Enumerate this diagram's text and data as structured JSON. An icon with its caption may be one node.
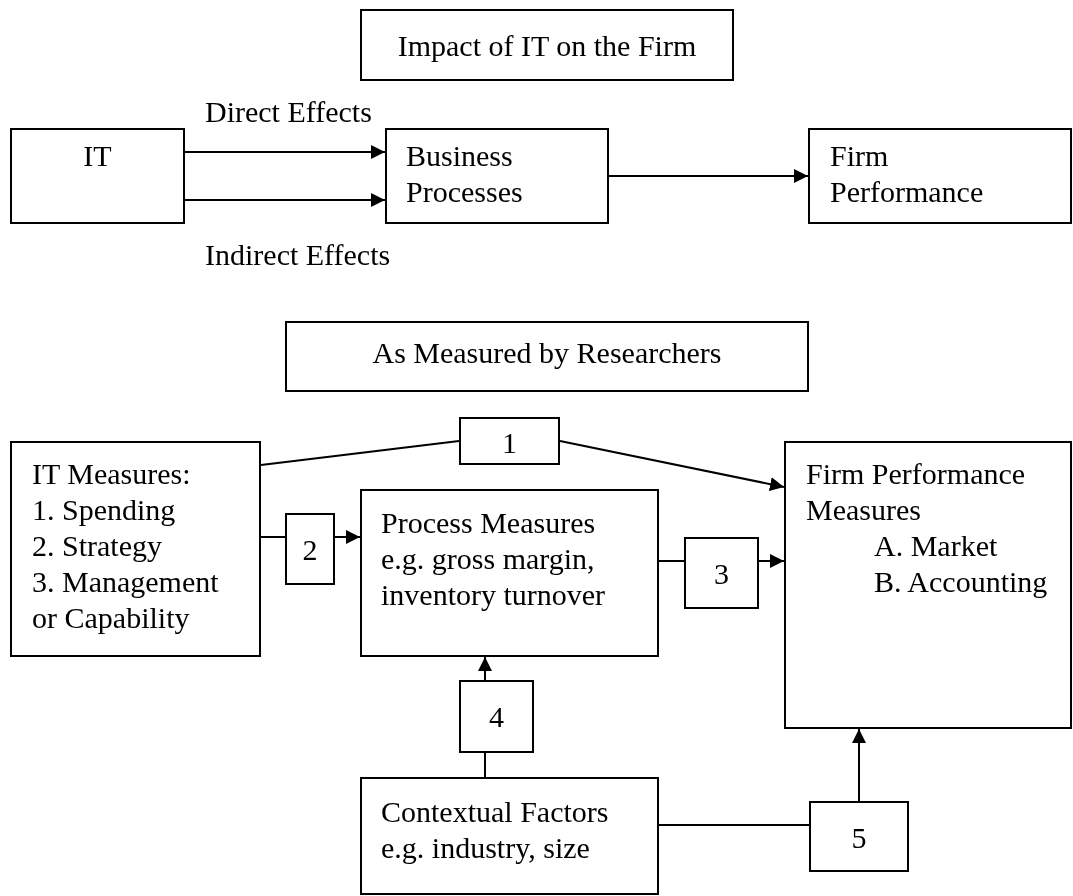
{
  "diagram": {
    "nodes": [
      {
        "text": [
          "Impact of IT on the Firm"
        ]
      },
      {
        "text": [
          "IT"
        ]
      },
      {
        "text": [
          "Business Processes"
        ]
      },
      {
        "text": [
          "Firm Performance"
        ]
      },
      {
        "text": [
          "As Measured by Researchers"
        ]
      },
      {
        "text": [
          "IT Measures:",
          "1. Spending",
          "2. Strategy",
          "3. Management or Capability"
        ]
      },
      {
        "text": [
          "1"
        ]
      },
      {
        "text": [
          "2"
        ]
      },
      {
        "text": [
          "Process Measures",
          "e.g. gross margin, inventory turnover"
        ]
      },
      {
        "text": [
          "3"
        ]
      },
      {
        "text": [
          "Firm Performance Measures",
          "A. Market",
          "B. Accounting"
        ]
      },
      {
        "text": [
          "4"
        ]
      },
      {
        "text": [
          "Contextual Factors",
          "e.g. industry, size"
        ]
      },
      {
        "text": [
          "5"
        ]
      }
    ],
    "edges": [
      {
        "from": 1,
        "to": 2,
        "arrow": "to",
        "label": "Direct Effects"
      },
      {
        "from": 1,
        "to": 2,
        "arrow": "to",
        "label": "Indirect Effects"
      },
      {
        "from": 2,
        "to": 3,
        "arrow": "to"
      },
      {
        "from": 5,
        "to": 6,
        "arrow": "none"
      },
      {
        "from": 6,
        "to": 10,
        "arrow": "to"
      },
      {
        "from": 5,
        "to": 7,
        "arrow": "none"
      },
      {
        "from": 7,
        "to": 8,
        "arrow": "to"
      },
      {
        "from": 8,
        "to": 9,
        "arrow": "none"
      },
      {
        "from": 9,
        "to": 10,
        "arrow": "to"
      },
      {
        "from": 12,
        "to": 11,
        "arrow": "none"
      },
      {
        "from": 11,
        "to": 8,
        "arrow": "to"
      },
      {
        "from": 12,
        "to": 13,
        "arrow": "none"
      },
      {
        "from": 13,
        "to": 10,
        "arrow": "to"
      }
    ]
  }
}
